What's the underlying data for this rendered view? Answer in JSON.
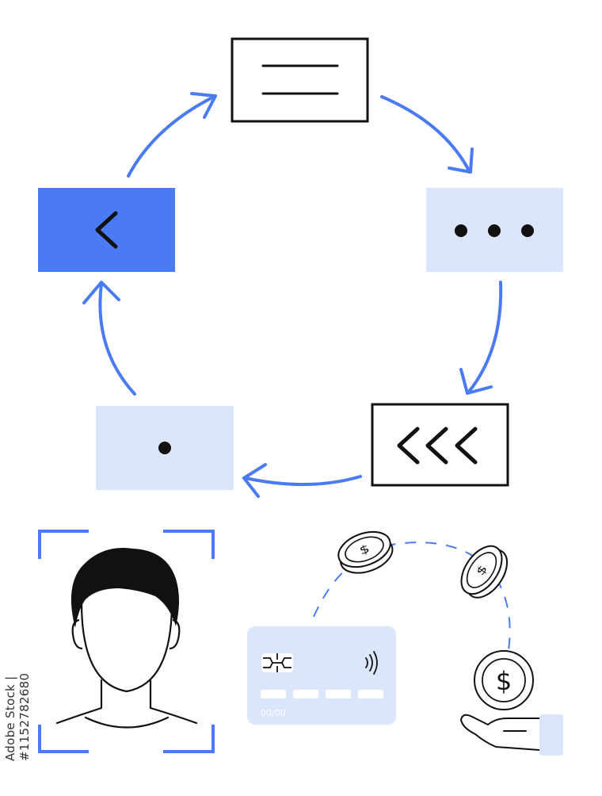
{
  "colors": {
    "accent": "#4a7bf5",
    "light_fill": "#dbe5fb",
    "stroke": "#111111",
    "card_fill": "#dbe5fb",
    "card_detail": "#ffffff"
  },
  "cycle": {
    "nodes": [
      {
        "name": "top-box",
        "icon": "menu-lines-icon"
      },
      {
        "name": "right-box",
        "icon": "ellipsis-icon"
      },
      {
        "name": "bottom-right-box",
        "icon": "triple-chevron-left-icon"
      },
      {
        "name": "bottom-left-box",
        "icon": "dot-icon"
      },
      {
        "name": "left-box",
        "icon": "chevron-left-icon"
      }
    ]
  },
  "illustrations": {
    "face_scan": {
      "icon": "face-id-scan-icon"
    },
    "payment": {
      "card_icon": "credit-card-icon",
      "card_number_mask": "",
      "card_expiry": "00/00",
      "coins": [
        "dollar-coin-icon",
        "dollar-coin-icon",
        "dollar-coin-icon"
      ],
      "hand_icon": "open-hand-icon"
    }
  },
  "watermark": {
    "id_text": "Adobe Stock | #1152782680"
  }
}
